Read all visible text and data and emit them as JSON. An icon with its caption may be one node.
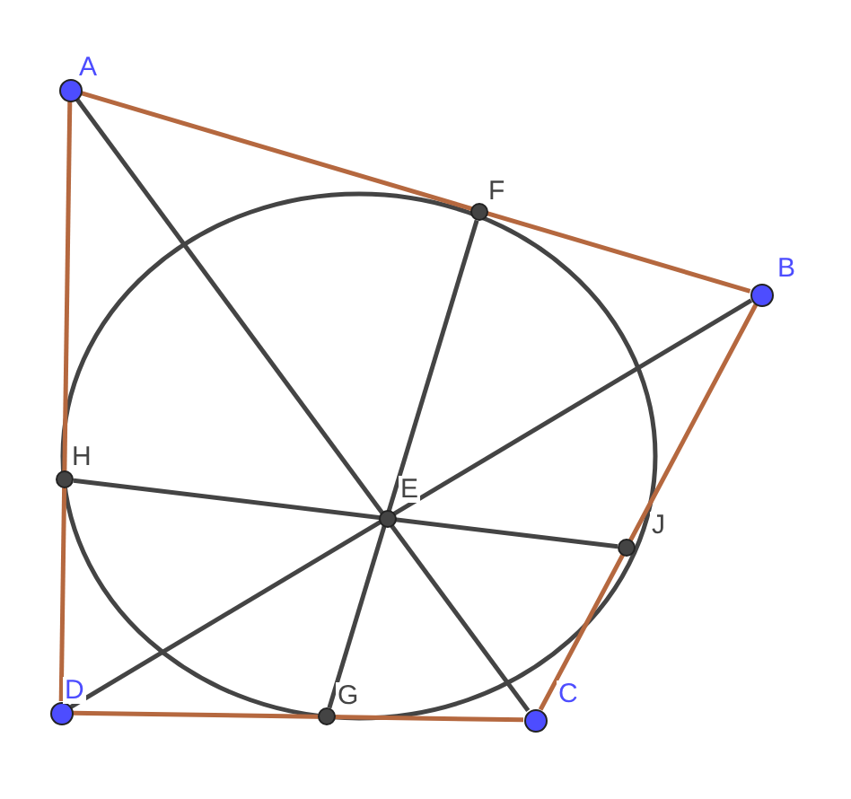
{
  "diagram": {
    "nodes": [
      {
        "text": [
          "A"
        ]
      },
      {
        "text": [
          "F"
        ]
      },
      {
        "text": [
          "B"
        ]
      },
      {
        "text": [
          "H"
        ]
      },
      {
        "text": [
          "E"
        ]
      },
      {
        "text": [
          "J"
        ]
      },
      {
        "text": [
          "D"
        ]
      },
      {
        "text": [
          "G"
        ]
      },
      {
        "text": [
          "C"
        ]
      }
    ],
    "edges": [
      {
        "from": 0,
        "to": 2,
        "arrow": "none",
        "color": "#b5683f"
      },
      {
        "from": 2,
        "to": 8,
        "arrow": "none",
        "color": "#b5683f"
      },
      {
        "from": 8,
        "to": 6,
        "arrow": "none",
        "color": "#b5683f"
      },
      {
        "from": 6,
        "to": 0,
        "arrow": "none",
        "color": "#b5683f"
      },
      {
        "from": 0,
        "to": 8,
        "arrow": "none",
        "color": "#444444"
      },
      {
        "from": 2,
        "to": 6,
        "arrow": "none",
        "color": "#444444"
      },
      {
        "from": 1,
        "to": 7,
        "arrow": "none",
        "color": "#444444"
      },
      {
        "from": 3,
        "to": 5,
        "arrow": "none",
        "color": "#444444"
      }
    ]
  }
}
